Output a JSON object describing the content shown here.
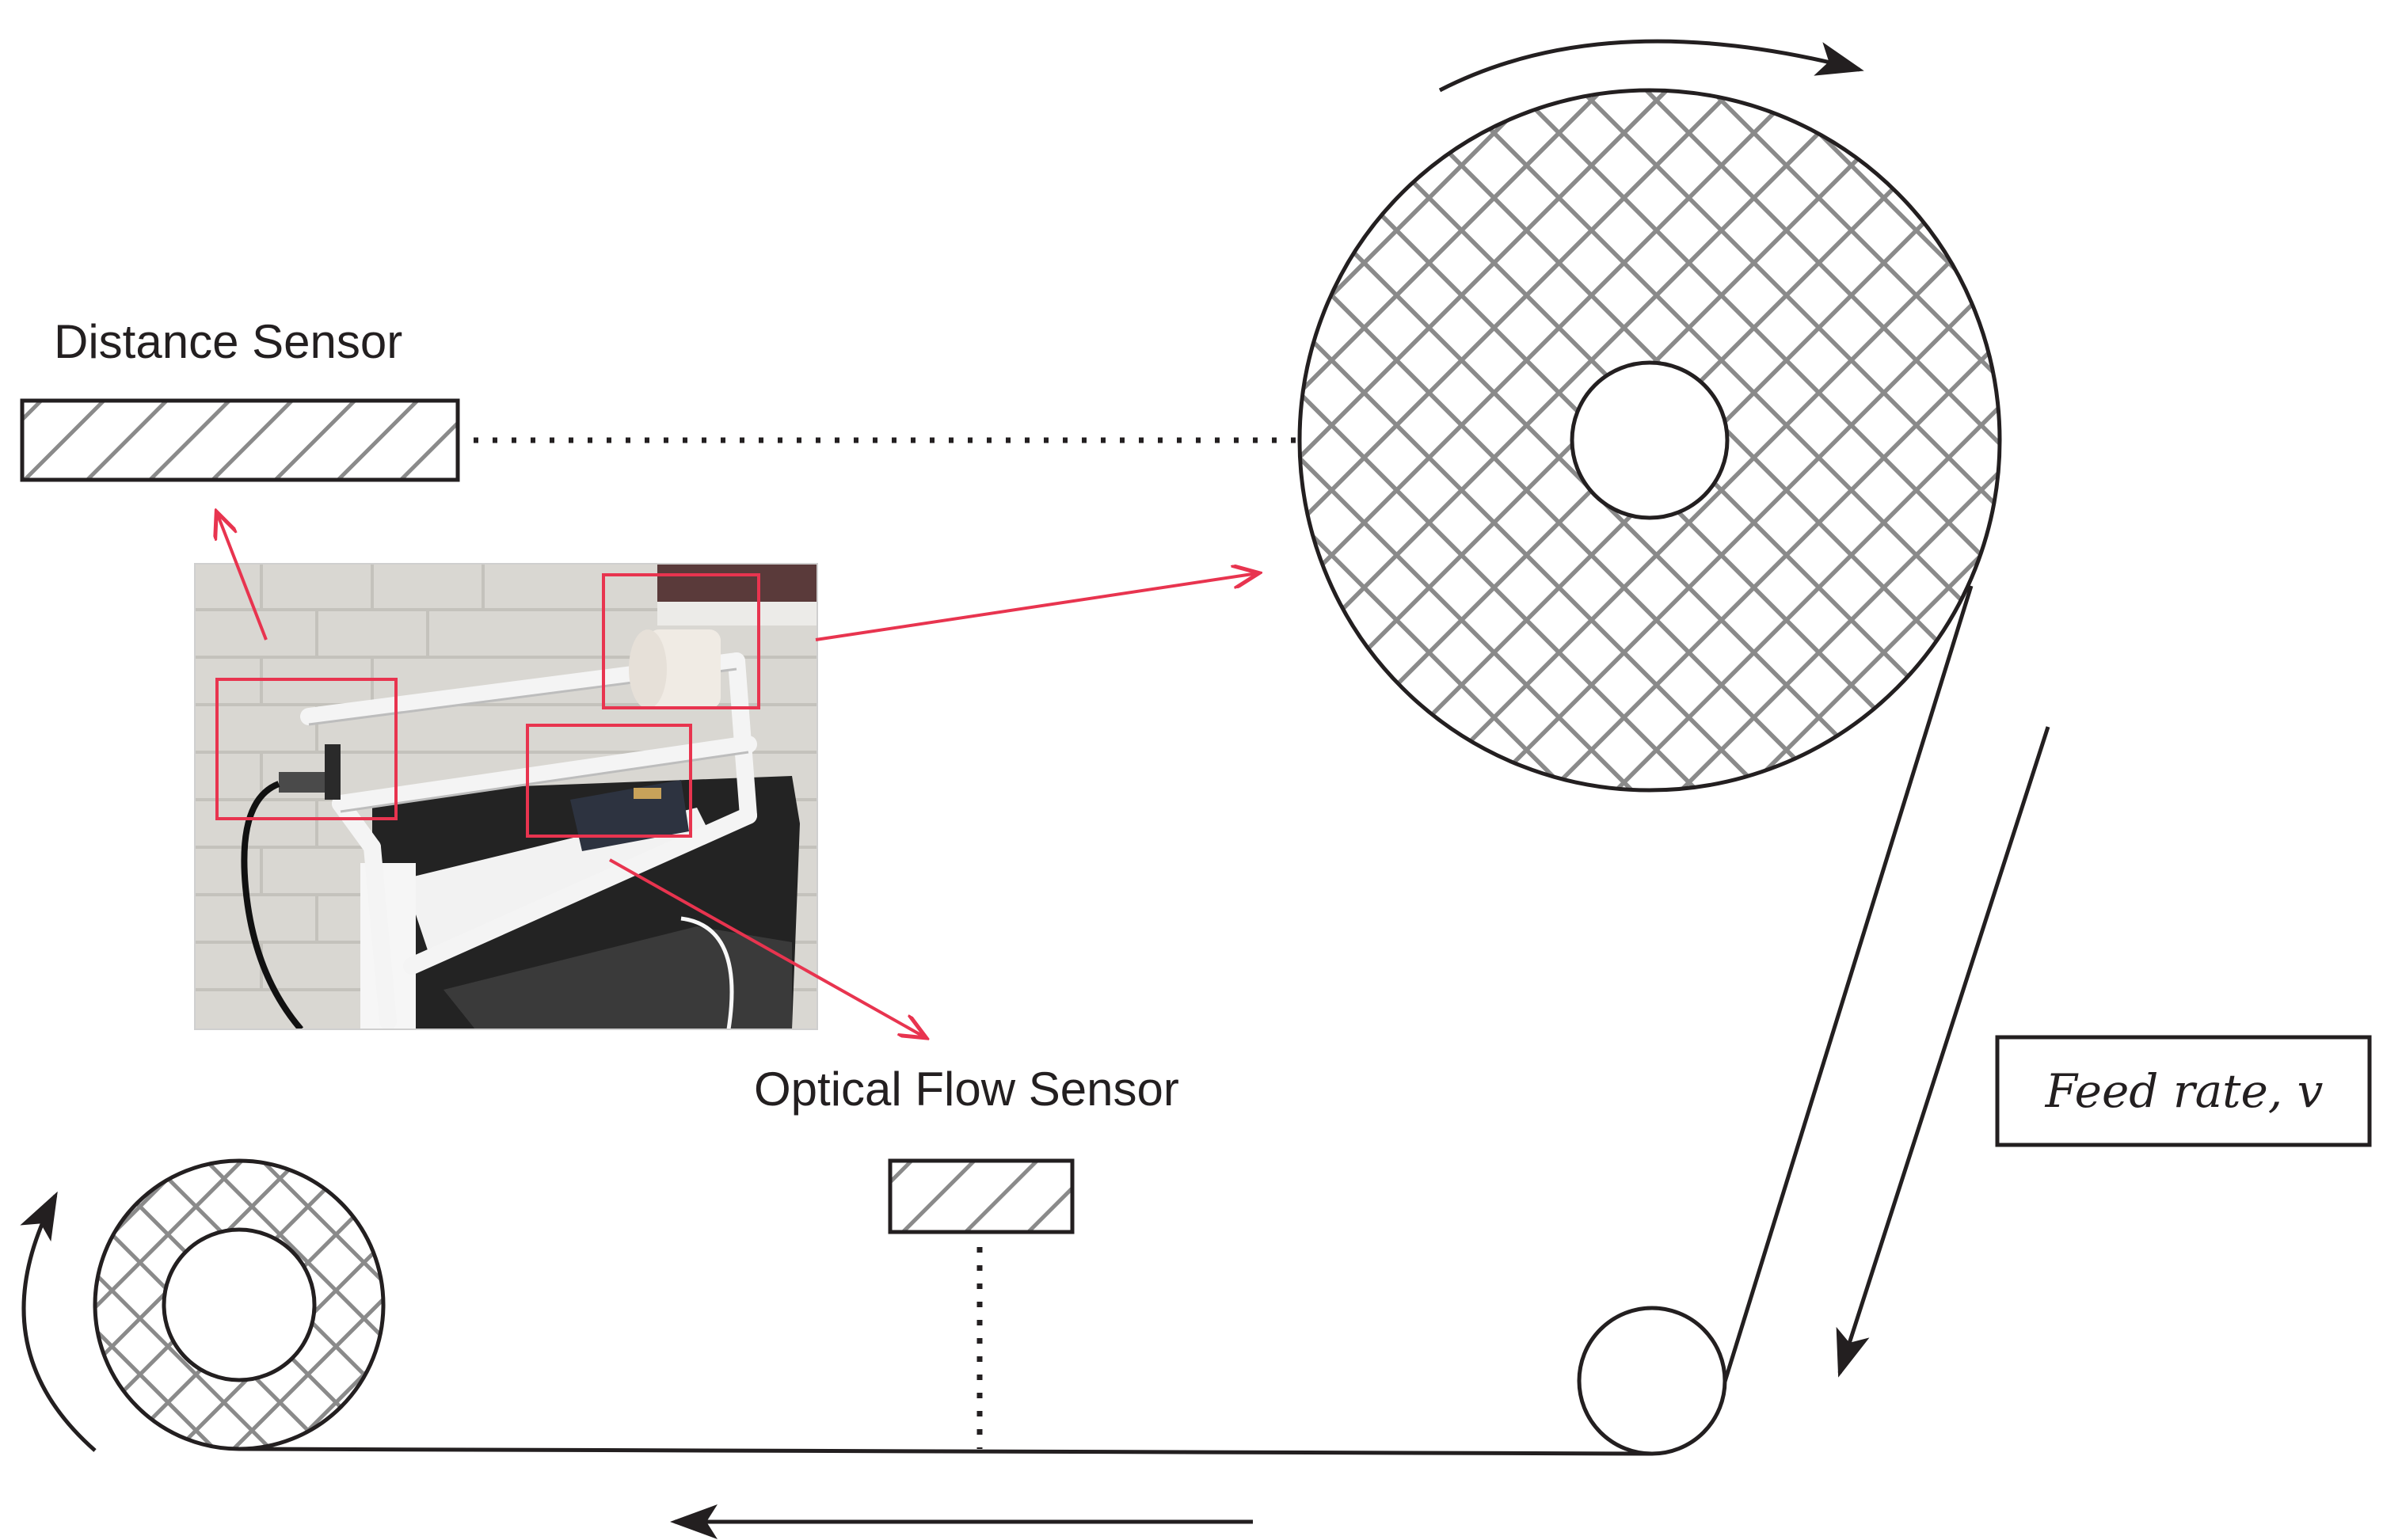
{
  "labels": {
    "distance_sensor": "Distance Sensor",
    "optical_flow_sensor": "Optical Flow Sensor",
    "feed_rate": "Feed rate, v"
  },
  "colors": {
    "ink": "#231f20",
    "callout": "#e8344f",
    "mesh": "#8a8a8a",
    "photo_wall": "#d9d7d2",
    "photo_table": "#232323",
    "photo_pipe": "#f4f4f4"
  },
  "icons": {
    "photo": "test-rig-photo",
    "arrow": "arrow-head"
  }
}
